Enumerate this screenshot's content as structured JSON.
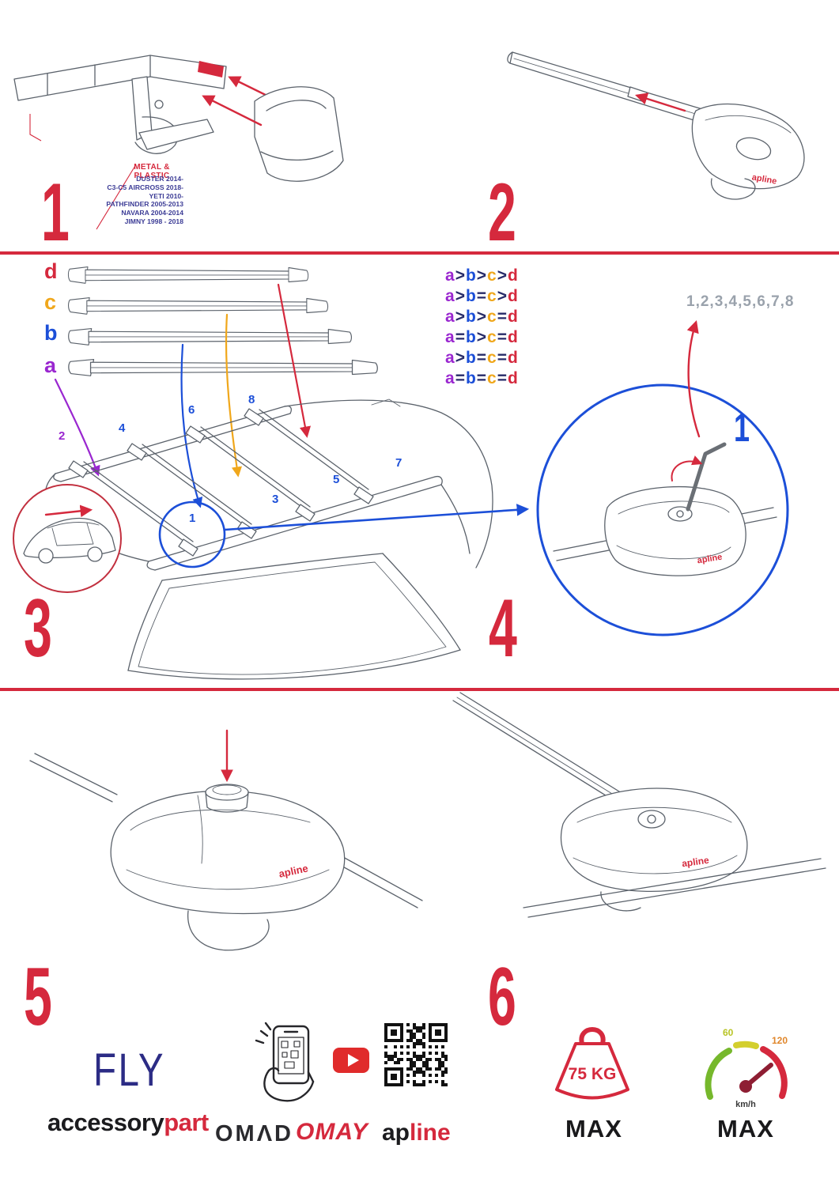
{
  "accent": {
    "red": "#d5293d",
    "blue": "#1c4fd8",
    "purple": "#9a27d0",
    "orange": "#f0a71b",
    "navy": "#2c2c85",
    "gray": "#9aa2ac",
    "ink": "#1d1d1f"
  },
  "brand": "apline",
  "icons": [
    "car-location-icon",
    "allen-key-icon",
    "mobile-scan-icon",
    "youtube-icon",
    "qr-code",
    "weight-icon",
    "speedometer-icon"
  ],
  "step1": {
    "number": "1",
    "heading": "METAL & PLASTIC",
    "models": [
      "DUSTER 2014-",
      "C3-C5 AIRCROSS 2018-",
      "YETI 2010-",
      "PATHFINDER 2005-2013",
      "NAVARA 2004-2014",
      "JIMNY 1998 - 2018"
    ]
  },
  "step2": {
    "number": "2"
  },
  "step3": {
    "number": "3",
    "bar_labels": [
      {
        "label": "d",
        "color": "#d5293d"
      },
      {
        "label": "c",
        "color": "#f0a71b"
      },
      {
        "label": "b",
        "color": "#1c4fd8"
      },
      {
        "label": "a",
        "color": "#9a27d0"
      }
    ],
    "comparisons": [
      "a>b>c>d",
      "a>b=c>d",
      "a>b>c=d",
      "a=b>c=d",
      "a>b=c=d",
      "a=b=c=d"
    ],
    "letter_colors": {
      "a": "#9a27d0",
      "b": "#1c4fd8",
      "c": "#f0a71b",
      "d": "#d5293d"
    },
    "operator_color": "#262a68",
    "positions": [
      {
        "n": "1",
        "color": "#1c4fd8"
      },
      {
        "n": "2",
        "color": "#9a27d0"
      },
      {
        "n": "3",
        "color": "#1c4fd8"
      },
      {
        "n": "4",
        "color": "#1c4fd8"
      },
      {
        "n": "5",
        "color": "#1c4fd8"
      },
      {
        "n": "6",
        "color": "#1c4fd8"
      },
      {
        "n": "7",
        "color": "#1c4fd8"
      },
      {
        "n": "8",
        "color": "#1c4fd8"
      }
    ]
  },
  "step4": {
    "number": "4",
    "sequence": "1,2,3,4,5,6,7,8",
    "callout": "1"
  },
  "step5": {
    "number": "5"
  },
  "step6": {
    "number": "6"
  },
  "footer": {
    "brand": "FLY",
    "accessory_black": "accessory",
    "accessory_red": "part",
    "omad": "OMΛD",
    "omay": "OMAY",
    "apline_black": "ap",
    "apline_red": "line",
    "weight_value": "75 KG",
    "weight_max": "MAX",
    "speed_60": "60",
    "speed_120": "120",
    "speed_unit": "km/h",
    "speed_max": "MAX"
  }
}
